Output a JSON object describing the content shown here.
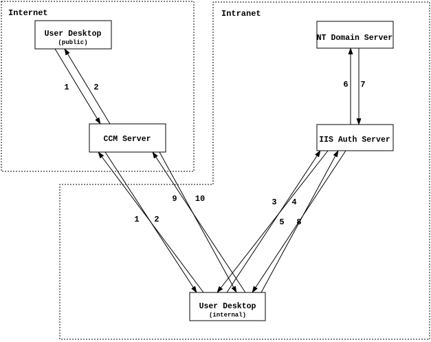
{
  "colors": {
    "line": "#000000",
    "background": "#ffffff"
  },
  "diagram": {
    "zones": [
      {
        "id": "internet",
        "label": "Internet"
      },
      {
        "id": "intranet",
        "label": "Intranet"
      }
    ],
    "nodes": [
      {
        "id": "user-desktop-public",
        "label": "User Desktop",
        "sublabel": "(public)",
        "zone": "internet"
      },
      {
        "id": "ccm-server",
        "label": "CCM Server",
        "sublabel": "",
        "zone": "internet"
      },
      {
        "id": "nt-domain-server",
        "label": "NT Domain Server",
        "sublabel": "",
        "zone": "intranet"
      },
      {
        "id": "iis-auth-server",
        "label": "IIS Auth Server",
        "sublabel": "",
        "zone": "intranet"
      },
      {
        "id": "user-desktop-internal",
        "label": "User Desktop",
        "sublabel": "(internal)",
        "zone": "intranet"
      }
    ],
    "edges": [
      {
        "label": "1",
        "from": "user-desktop-public",
        "to": "ccm-server"
      },
      {
        "label": "2",
        "from": "ccm-server",
        "to": "user-desktop-public"
      },
      {
        "label": "1",
        "from": "user-desktop-internal",
        "to": "ccm-server"
      },
      {
        "label": "2",
        "from": "ccm-server",
        "to": "user-desktop-internal"
      },
      {
        "label": "9",
        "from": "user-desktop-internal",
        "to": "ccm-server"
      },
      {
        "label": "10",
        "from": "ccm-server",
        "to": "user-desktop-internal"
      },
      {
        "label": "3",
        "from": "user-desktop-internal",
        "to": "iis-auth-server"
      },
      {
        "label": "4",
        "from": "iis-auth-server",
        "to": "user-desktop-internal"
      },
      {
        "label": "5",
        "from": "user-desktop-internal",
        "to": "iis-auth-server"
      },
      {
        "label": "8",
        "from": "iis-auth-server",
        "to": "user-desktop-internal"
      },
      {
        "label": "6",
        "from": "iis-auth-server",
        "to": "nt-domain-server"
      },
      {
        "label": "7",
        "from": "nt-domain-server",
        "to": "iis-auth-server"
      }
    ]
  }
}
